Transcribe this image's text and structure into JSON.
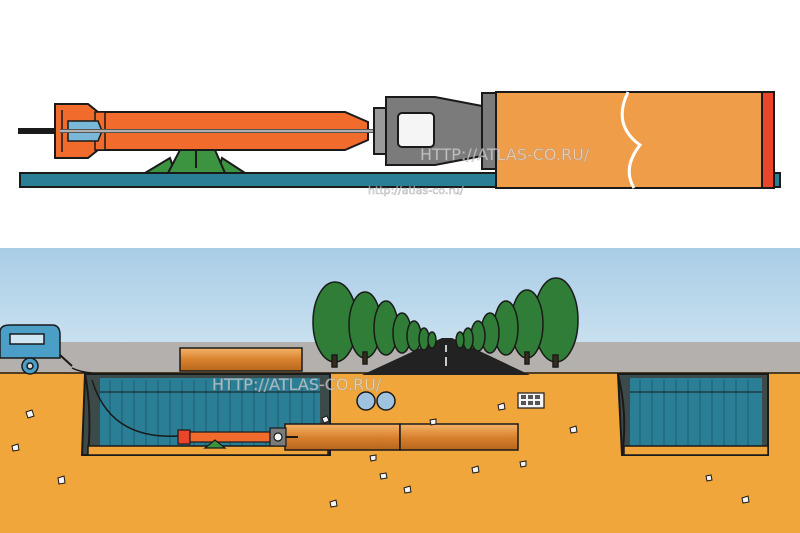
{
  "watermarks": {
    "top_main": "HTTP://ATLAS-CO.RU/",
    "top_small": "http://atlas-co.ru/",
    "bottom_main": "HTTP://ATLAS-CO.RU/"
  },
  "colors": {
    "sky": "#9fc3df",
    "ground": "#f0a63a",
    "ground_dark": "#d8892a",
    "rail": "#2a7e96",
    "hammer": "#f06b2c",
    "jack": "#3d9440",
    "pipe": "#f09d4a",
    "steel": "#7b7b7b",
    "trench_wall": "#2a7e96",
    "tree": "#2f7d36",
    "road": "#222222",
    "trailer": "#4b9fc7"
  },
  "icons": [
    "hammer-icon",
    "pipe-icon",
    "trailer-icon",
    "tree-icon",
    "road-icon"
  ]
}
